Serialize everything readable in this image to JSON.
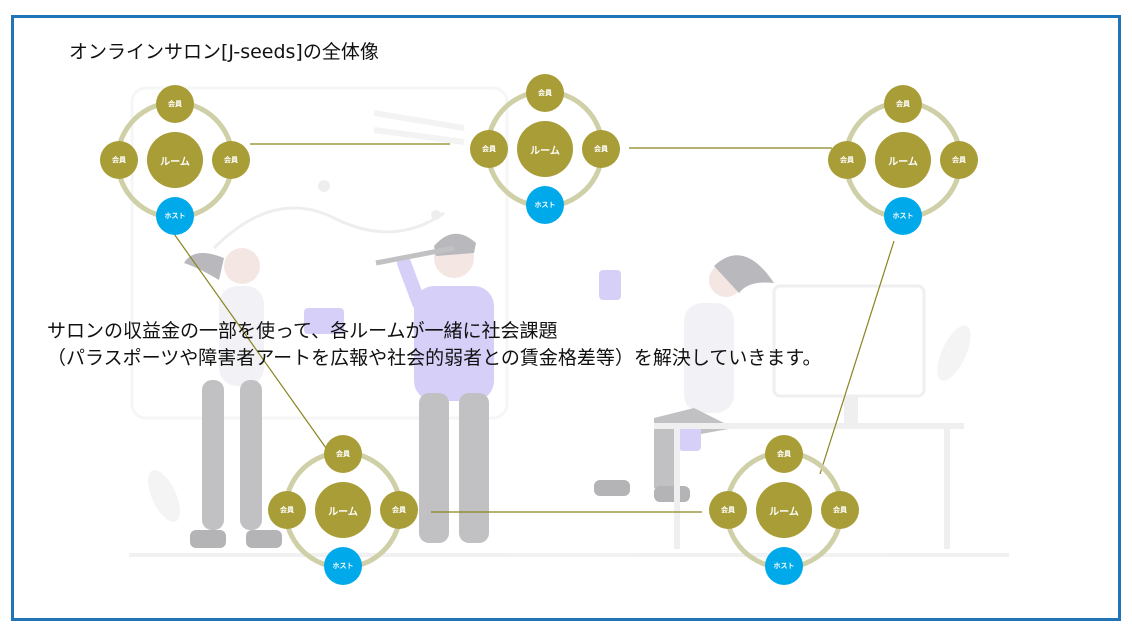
{
  "title": "オンラインサロン[J-seeds]の全体像",
  "body_lines": [
    "サロンの収益金の一部を使って、各ルームが一緒に社会課題",
    "（パラスポーツや障害者アートを広報や社会的弱者との賃金格差等）を解決していきます。"
  ],
  "clusters": [
    {
      "room": "ルーム",
      "top": "会員",
      "left": "会員",
      "right": "会員",
      "bottom": "ホスト"
    },
    {
      "room": "ルーム",
      "top": "会員",
      "left": "会員",
      "right": "会員",
      "bottom": "ホスト"
    },
    {
      "room": "ルーム",
      "top": "会員",
      "left": "会員",
      "right": "会員",
      "bottom": "ホスト"
    },
    {
      "room": "ルーム",
      "top": "会員",
      "left": "会員",
      "right": "会員",
      "bottom": "ホスト"
    },
    {
      "room": "ルーム",
      "top": "会員",
      "left": "会員",
      "right": "会員",
      "bottom": "ホスト"
    }
  ],
  "colors": {
    "frame": "#2174b6",
    "room": "#a89d36",
    "member": "#a89d36",
    "host": "#00aaea",
    "ring": "#cfcfa8",
    "connector": "#8a8420"
  }
}
